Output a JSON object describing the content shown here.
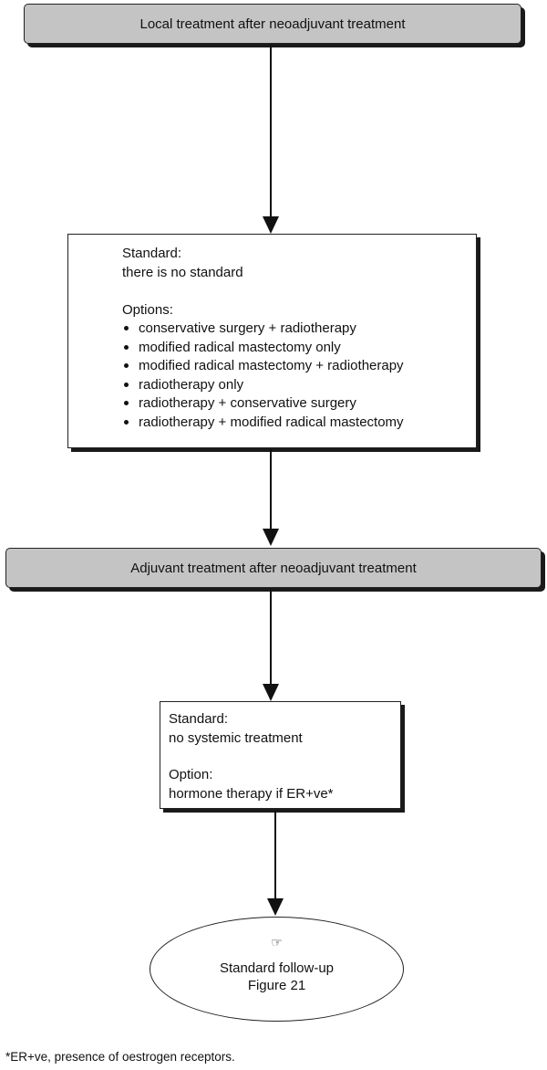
{
  "header_local": "Local treatment after neoadjuvant treatment",
  "local_box": {
    "standard_heading": "Standard:",
    "standard_text": "there is no standard",
    "options_heading": "Options:",
    "options": [
      "conservative surgery + radiotherapy",
      "modified radical mastectomy only",
      "modified radical mastectomy + radiotherapy",
      "radiotherapy only",
      "radiotherapy + conservative surgery",
      "radiotherapy + modified radical mastectomy"
    ]
  },
  "header_adjuvant": "Adjuvant treatment after neoadjuvant treatment",
  "adjuvant_box": {
    "standard_heading": "Standard:",
    "standard_text": "no systemic treatment",
    "option_heading": "Option:",
    "option_text": "hormone therapy if ER+ve*"
  },
  "followup": {
    "icon": "pointing-hand-icon",
    "line1": "Standard follow-up",
    "line2": "Figure 21"
  },
  "footnote": "*ER+ve, presence of oestrogen receptors."
}
